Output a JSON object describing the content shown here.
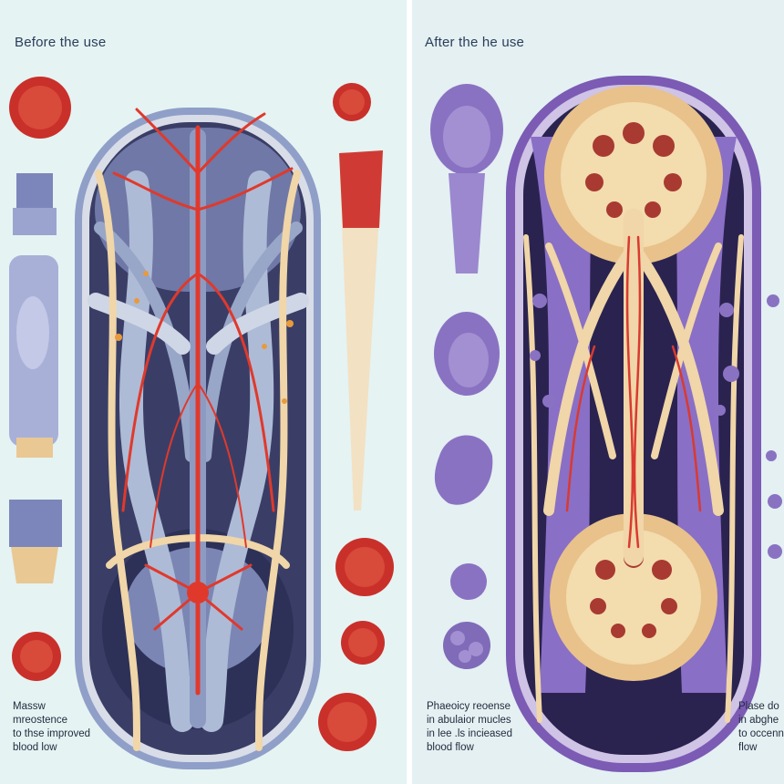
{
  "left_panel": {
    "title": "Before the use",
    "caption_lines": [
      "Massw",
      "mreostence",
      "to thse improved",
      "blood low"
    ]
  },
  "right_panel": {
    "title": "After the he use",
    "caption_lines": [
      "Phaeoicy reoense",
      "in abulaior mucles",
      "in lee .ls incieased",
      "blood flow"
    ],
    "edge_caption_lines": [
      "Plase do",
      "in abghe",
      "to occenn",
      "flow"
    ]
  },
  "colors": {
    "background": "#e5f3f3",
    "capsule_before": "#8f9fc8",
    "capsule_after": "#7b5bb4",
    "artery": "#e0392c",
    "nerve_blue": "#aebbd6",
    "nerve_cream": "#f0d6a8",
    "cell_red": "#c9302a",
    "cell_purple": "#8a72c2"
  }
}
